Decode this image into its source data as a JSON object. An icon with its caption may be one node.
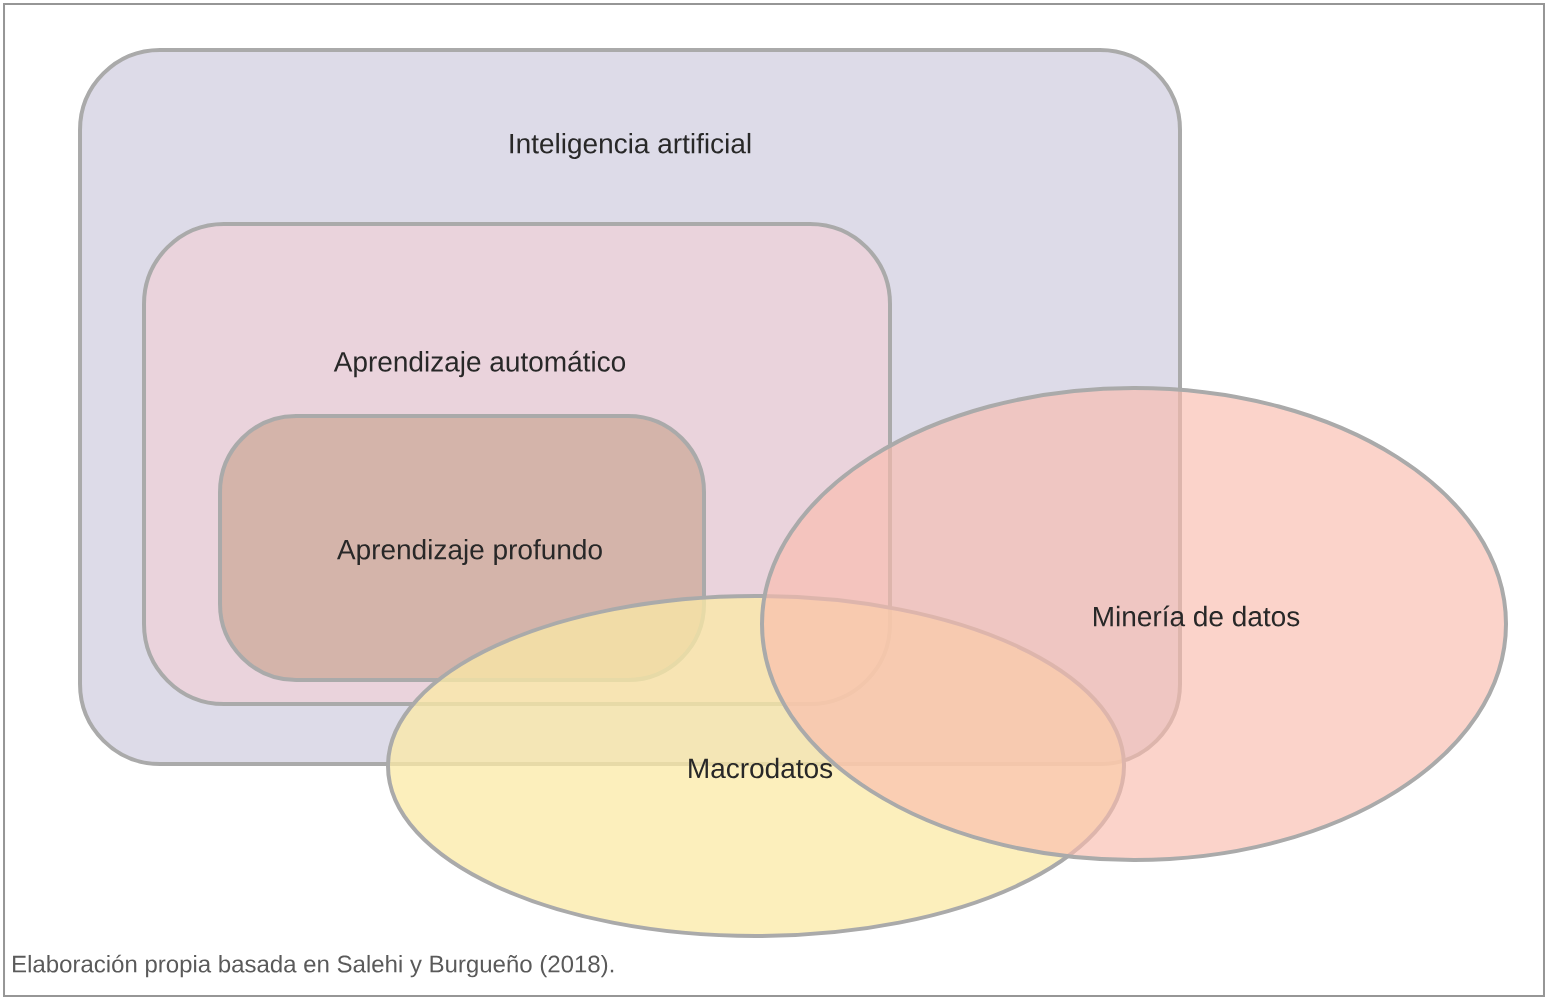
{
  "diagram": {
    "caption": "Elaboración propia basada en Salehi y Burgueño (2018).",
    "nodes": [
      {
        "text": [
          "Inteligencia artificial"
        ]
      },
      {
        "text": [
          "Aprendizaje automático"
        ],
        "in": 0
      },
      {
        "text": [
          "Aprendizaje profundo"
        ],
        "in": 1
      },
      {
        "text": [
          "Minería de datos"
        ]
      },
      {
        "text": [
          "Macrodatos"
        ]
      }
    ]
  }
}
